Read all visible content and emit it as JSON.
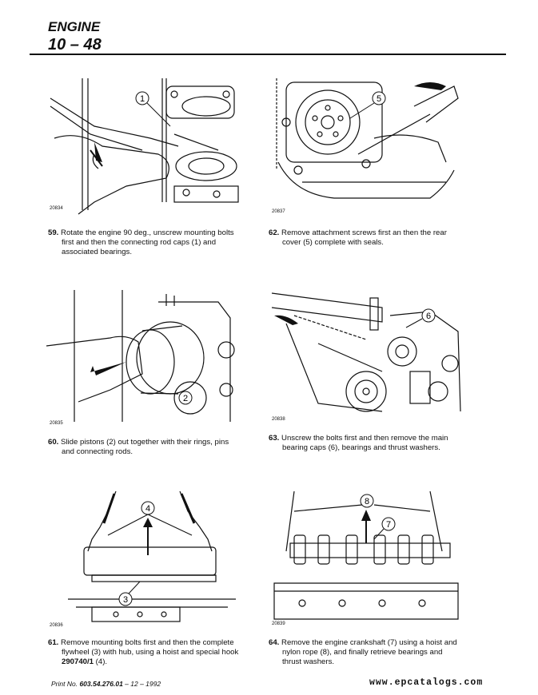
{
  "header": {
    "section": "ENGINE",
    "page": "10 – 48"
  },
  "steps": [
    {
      "fig": "20834",
      "num": "59.",
      "line1": "Rotate the engine 90 deg., unscrew mounting bolts",
      "line2": "first and then the connecting rod caps (1) and",
      "line3": "associated bearings.",
      "callout": "1"
    },
    {
      "fig": "20837",
      "num": "62.",
      "line1": "Remove attachment screws first an then the rear",
      "line2": "cover (5) complete with seals.",
      "line3": "",
      "callout": "5"
    },
    {
      "fig": "20835",
      "num": "60.",
      "line1": "Slide pistons (2) out together with their rings, pins",
      "line2": "and connecting rods.",
      "line3": "",
      "callout": "2"
    },
    {
      "fig": "20838",
      "num": "63.",
      "line1": "Unscrew the bolts first and then remove the main",
      "line2": "bearing caps (6), bearings and thrust washers.",
      "line3": "",
      "callout": "6"
    },
    {
      "fig": "20836",
      "num": "61.",
      "line1": "Remove mounting bolts first and then the complete",
      "line2": "flywheel (3) with hub, using a hoist and special hook",
      "line3_bold": "290740/1",
      "line3_rest": " (4).",
      "callout_a": "4",
      "callout_b": "3"
    },
    {
      "fig": "20839",
      "num": "64.",
      "line1": "Remove the engine crankshaft (7) using a hoist and",
      "line2": "nylon rope (8), and finally retrieve bearings and",
      "line3": "thrust washers.",
      "callout_a": "8",
      "callout_b": "7"
    }
  ],
  "footer": {
    "prefix": "Print No. ",
    "print_no": "603.54.276.01",
    "suffix": " – 12 – 1992",
    "site": "www.epcatalogs.com"
  }
}
